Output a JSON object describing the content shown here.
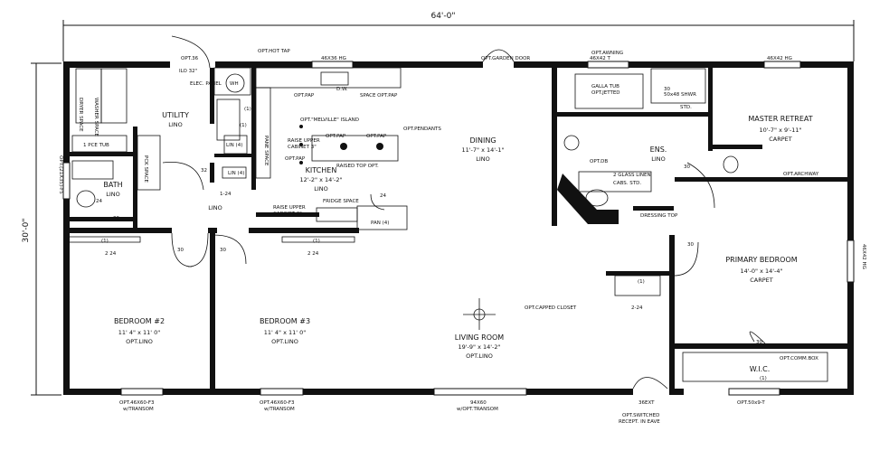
{
  "dimensions": {
    "width": "64'-0\"",
    "depth": "30'-0\""
  },
  "rooms": {
    "utility": {
      "name": "UTILITY",
      "floor": "LINO"
    },
    "bath": {
      "name": "BATH",
      "floor": "LINO"
    },
    "kitchen": {
      "name": "KITCHEN",
      "size": "12'-2\" x 14'-2\"",
      "floor": "LINO"
    },
    "dining": {
      "name": "DINING",
      "size": "11'-7\" x 14'-1\"",
      "floor": "LINO"
    },
    "ensuite": {
      "name": "ENS.",
      "floor": "LINO"
    },
    "master_retreat": {
      "name": "MASTER RETREAT",
      "size": "10'-7\" x 9'-11\"",
      "floor": "CARPET"
    },
    "primary_bedroom": {
      "name": "PRIMARY BEDROOM",
      "size": "14'-0\" x 14'-4\"",
      "floor": "CARPET"
    },
    "bedroom2": {
      "name": "BEDROOM #2",
      "size": "11' 4\" x 11' 0\"",
      "floor": "OPT.LINO"
    },
    "bedroom3": {
      "name": "BEDROOM #3",
      "size": "11' 4\" x 11' 0\"",
      "floor": "OPT.LINO"
    },
    "living": {
      "name": "LIVING ROOM",
      "size": "19'-9\" x 14'-2\"",
      "floor": "OPT.LINO"
    },
    "hall": {
      "floor": "LINO"
    },
    "wic": {
      "name": "W.I.C."
    }
  },
  "labels": {
    "opt_hot_tap": "OPT.HOT TAP",
    "opt_garden_door": "OPT.GARDEN DOOR",
    "opt_awning": "OPT.AWNING",
    "window_46x42_t": "46X42 T",
    "window_46x36_hg": "46X36 HG",
    "window_46x42_hg": "46X42 HG",
    "window_46x42_hg_side": "46X42 HG",
    "opt_36": "OPT.36",
    "ilo_elec": "ILO 32\"",
    "elec_panel": "ELEC. PANEL",
    "washer_space": "WASHER SPACE",
    "dryer_space": "DRYER SPACE",
    "wh": "WH",
    "dw": "D.W.",
    "space_opt_pap": "SPACE OPT.PAP",
    "opt_pap": "OPT.PAP",
    "opt_pap_2": "OPT.PAP",
    "opt_pap_3": "OPT.PAP",
    "opt_pap_4": "OPT.PAP",
    "opt_melville": "OPT.\"MELVILLE\" ISLAND",
    "opt_pendants": "OPT.PENDANTS",
    "raise_upper": "RAISE UPPER",
    "cabinet": "CABINET 3\"",
    "raised_top": "RAISED TOP OPT.",
    "pane_space": "PANE SPACE",
    "fridge_space": "FRIDGE SPACE",
    "raise_upper_2": "RAISE UPPER",
    "cabinet_2": "CABINET 3\"",
    "pan": "PAN (4)",
    "tub": "1 PCE TUB",
    "pck_space": "PCK SPACE",
    "opt_window_left": "OPT.(21X35)-F5",
    "lin_a": "LIN (4)",
    "lin_b": "LIN (4)",
    "galla_tub": "GALLA TUB",
    "opt_jetted": "OPT.JETTED",
    "shower": "50x48 SHWR",
    "std": "STD.",
    "opt_db": "OPT.DB",
    "glass_linen": "2 GLASS LINEN",
    "cabs_std": "CABS. STD.",
    "dressing_top": "DRESSING TOP",
    "opt_archway": "OPT.ARCHWAY",
    "opt_capped_closet": "OPT.CAPPED CLOSET",
    "opt_comm_box": "OPT.COMM.BOX",
    "window_b2": "OPT.46X60-F3",
    "transom_b2": "w/TRANSOM",
    "window_b3": "OPT.46X60-F3",
    "transom_b3": "w/TRANSOM",
    "window_living": "94X60",
    "transom_living": "w/OPT.TRANSOM",
    "ext_door": "36EXT",
    "opt_switched": "OPT.SWITCHED",
    "recept_eave": "RECEPT. IN EAVE",
    "window_wic": "OPT.50x9-T",
    "d30_a": "30",
    "d30_b": "30",
    "d30_c": "30",
    "d30_d": "30",
    "d30_e": "30",
    "d30_f": "30",
    "d30_g": "30",
    "d32": "32",
    "d24_a": "24",
    "d24_b": "24",
    "d124": "1-24",
    "d224_a": "2 24",
    "d224_b": "2 24",
    "d224_c": "2-24",
    "c_a": "(1)",
    "c_b": "(1)",
    "c_c": "(1)",
    "c_d": "(1)",
    "c_e": "(1)",
    "c_f": "(1)"
  }
}
